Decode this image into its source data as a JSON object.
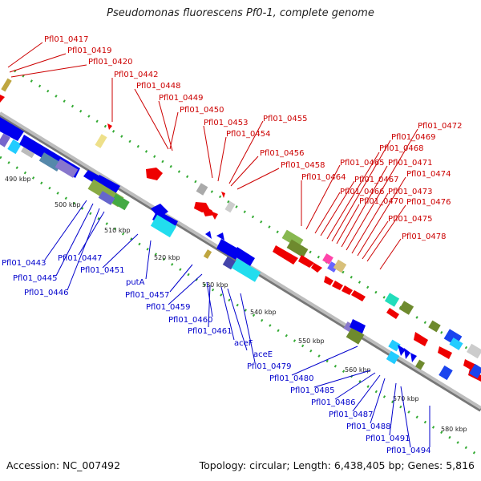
{
  "header": {
    "title": "Pseudomonas fluorescens Pf0-1, complete genome"
  },
  "footer": {
    "accession": "Accession: NC_007492",
    "summary": "Topology: circular; Length: 6,438,405 bp; Genes: 5,816"
  },
  "ticks": [
    "490 kbp",
    "500 kbp",
    "510 kbp",
    "520 kbp",
    "530 kbp",
    "540 kbp",
    "550 kbp",
    "560 kbp",
    "570 kbp",
    "580 kbp"
  ],
  "top_labels": [
    "Pfl01_0417",
    "Pfl01_0419",
    "Pfl01_0420",
    "Pfl01_0442",
    "Pfl01_0448",
    "Pfl01_0449",
    "Pfl01_0450",
    "Pfl01_0453",
    "Pfl01_0454",
    "Pfl01_0455",
    "Pfl01_0456",
    "Pfl01_0458",
    "Pfl01_0464",
    "Pfl01_0465",
    "Pfl01_0466",
    "Pfl01_0467",
    "Pfl01_0468",
    "Pfl01_0469",
    "Pfl01_0470",
    "Pfl01_0471",
    "Pfl01_0472",
    "Pfl01_0473",
    "Pfl01_0474",
    "Pfl01_0475",
    "Pfl01_0476",
    "Pfl01_0478"
  ],
  "bottom_labels": [
    "Pfl01_0443",
    "Pfl01_0445",
    "Pfl01_0446",
    "Pfl01_0447",
    "Pfl01_0451",
    "putA",
    "Pfl01_0457",
    "Pfl01_0459",
    "Pfl01_0460",
    "Pfl01_0461",
    "aceF",
    "aceE",
    "Pfl01_0479",
    "Pfl01_0480",
    "Pfl01_0485",
    "Pfl01_0486",
    "Pfl01_0487",
    "Pfl01_0488",
    "Pfl01_0491",
    "Pfl01_0494"
  ],
  "colors": {
    "forward_gene": "#ee0000",
    "reverse_gene": "#0000ee",
    "backbone": "#a0a0a0",
    "dots": "#33aa33"
  }
}
